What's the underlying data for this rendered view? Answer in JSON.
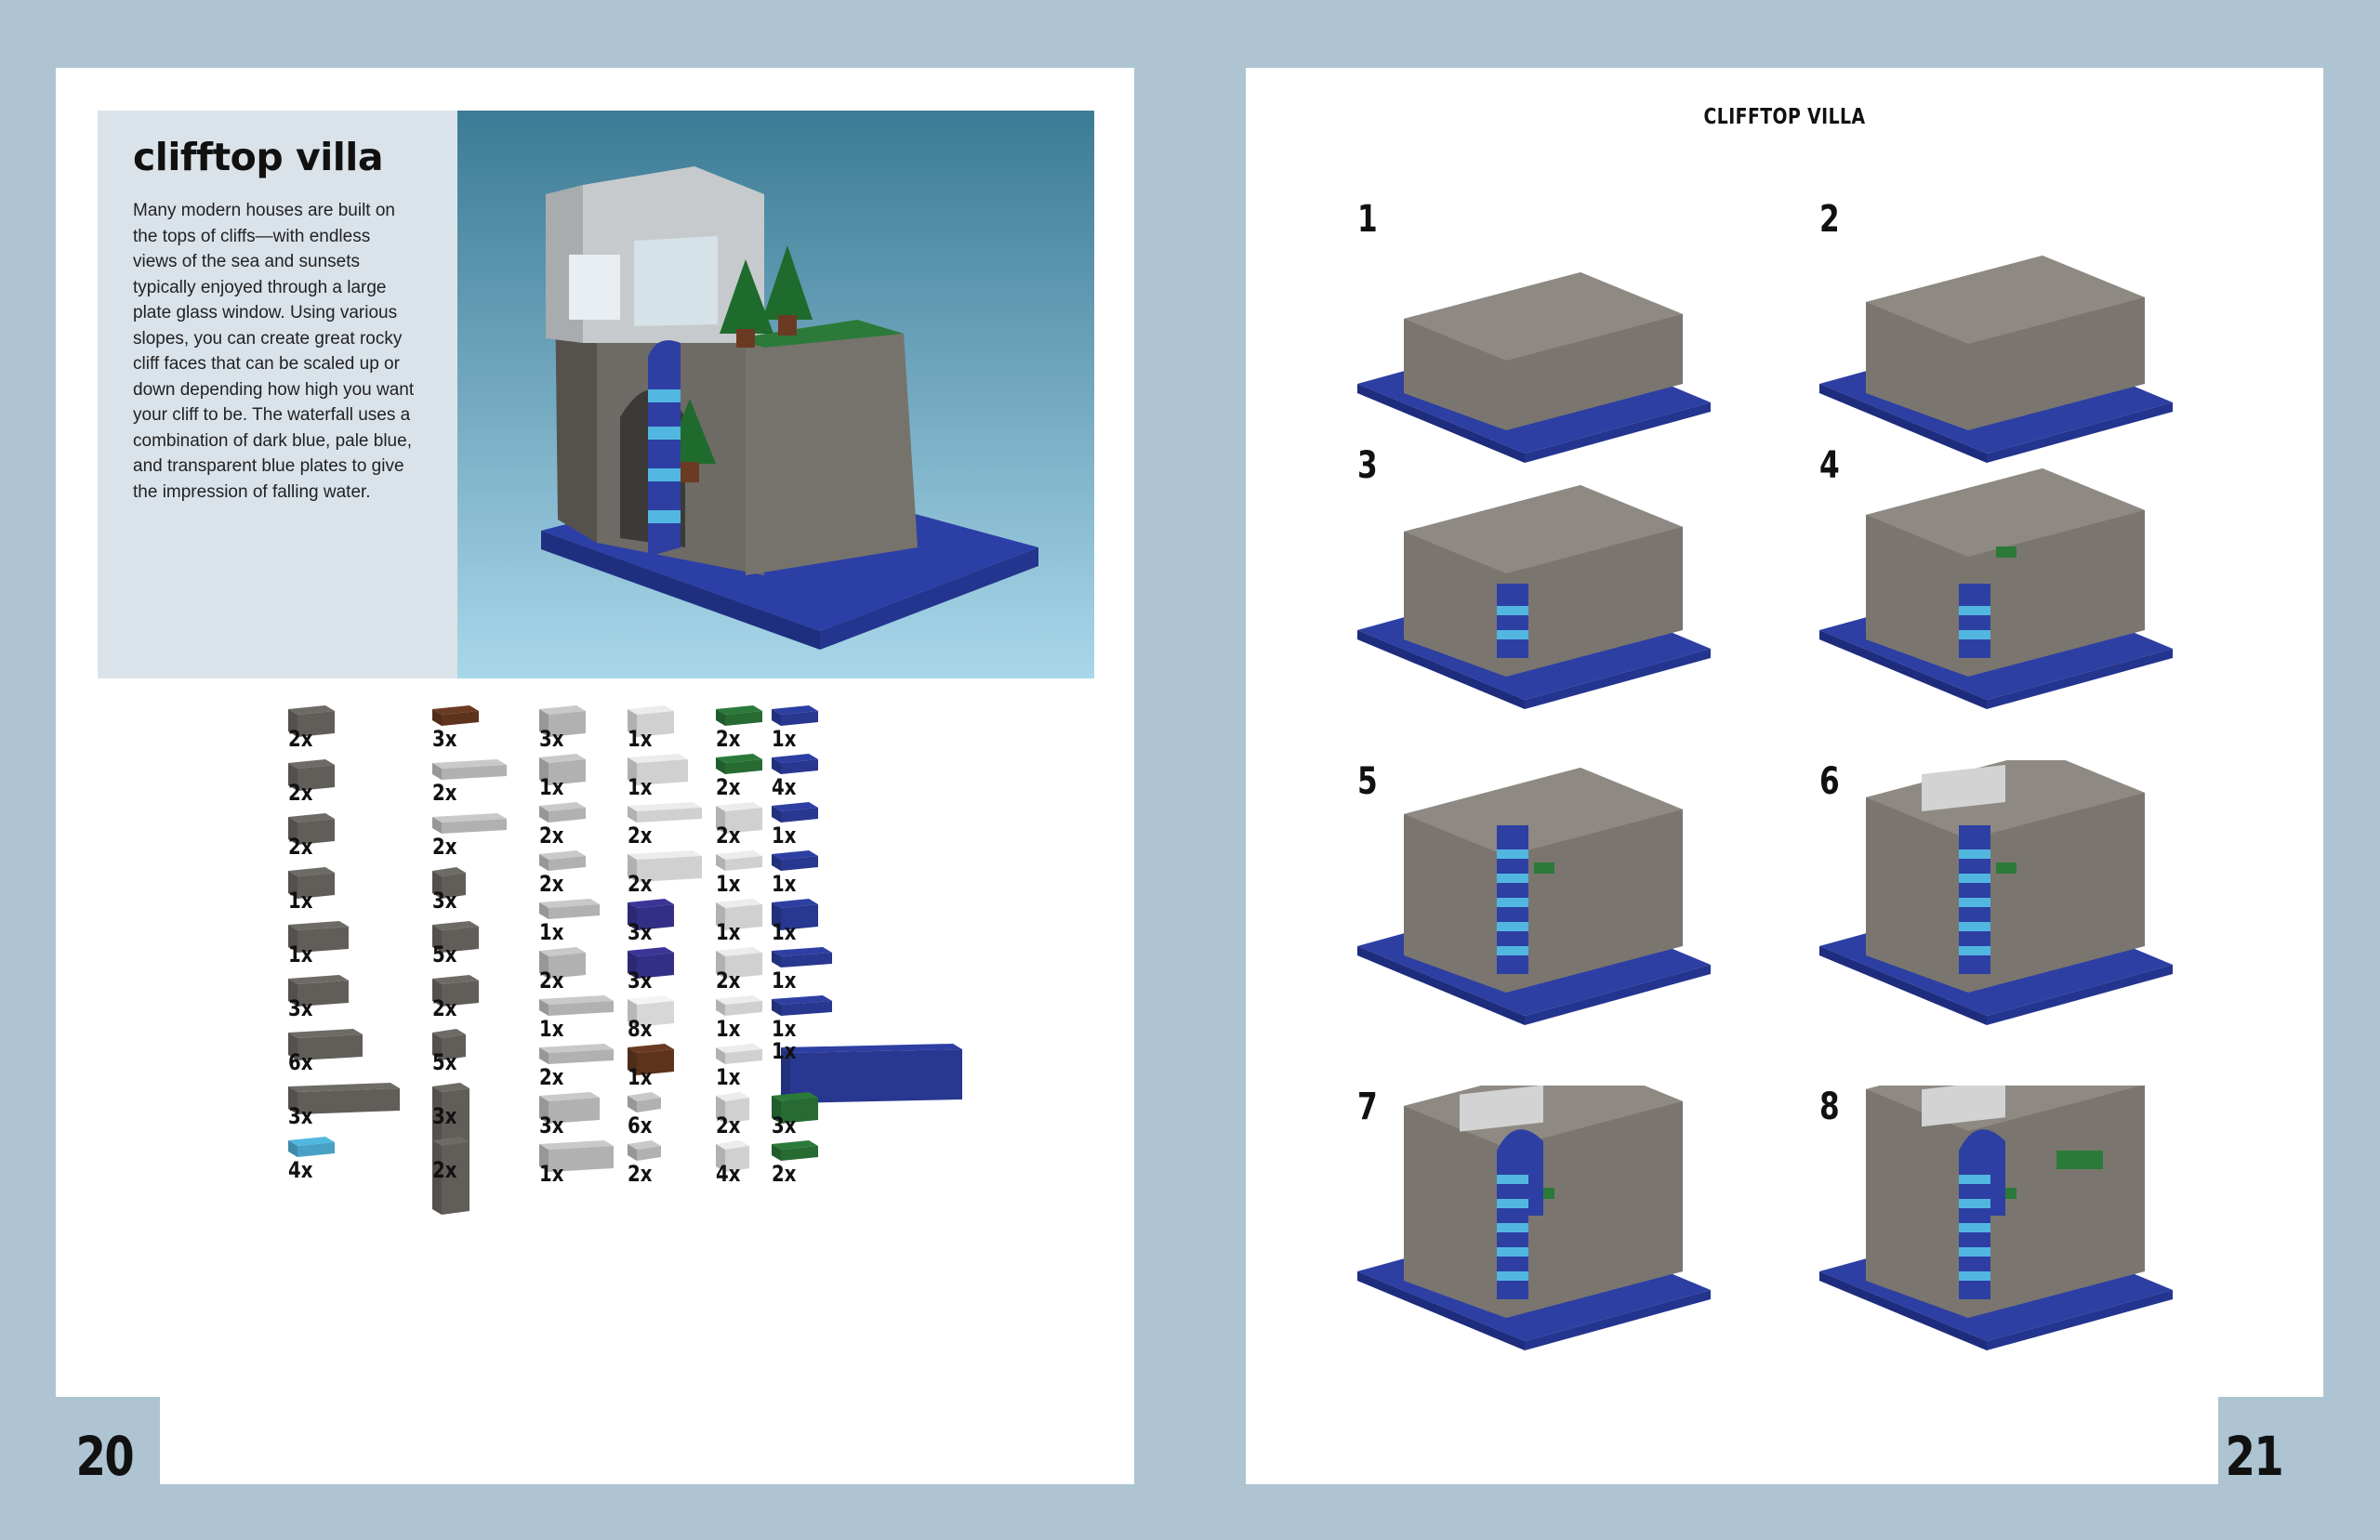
{
  "book": {
    "left_page_number": "20",
    "right_page_number": "21",
    "running_head": "CLIFFTOP VILLA"
  },
  "intro": {
    "title": "clifftop villa",
    "description": "Many modern houses are built on the tops of cliffs—with endless views of the sea and sunsets typically enjoyed through a large plate glass window. Using various slopes, you can create great rocky cliff faces that can be scaled up or down depending how high you want your cliff to be. The waterfall uses a combination of dark blue, pale blue, and transparent blue plates to give the impression of falling water."
  },
  "parts": {
    "columns": [
      [
        {
          "icon": "dark-gray-slope-icon",
          "count": "2x"
        },
        {
          "icon": "dark-gray-brick-2x2-icon",
          "count": "2x"
        },
        {
          "icon": "dark-gray-arch-icon",
          "count": "2x"
        },
        {
          "icon": "dark-gray-brick-1x2-icon",
          "count": "1x"
        },
        {
          "icon": "dark-gray-brick-2x3-icon",
          "count": "1x"
        },
        {
          "icon": "dark-gray-brick-1x3-icon",
          "count": "3x"
        },
        {
          "icon": "dark-gray-brick-1x4-icon",
          "count": "6x"
        },
        {
          "icon": "dark-gray-brick-1x8-icon",
          "count": "3x"
        },
        {
          "icon": "light-blue-plate-icon",
          "count": "4x"
        }
      ],
      [
        {
          "icon": "brown-round-plate-icon",
          "count": "3x"
        },
        {
          "icon": "light-gray-plate-2x4-icon",
          "count": "2x"
        },
        {
          "icon": "light-gray-plate-2x4-icon",
          "count": "2x"
        },
        {
          "icon": "dark-gray-slope-small-icon",
          "count": "3x"
        },
        {
          "icon": "dark-gray-brick-1x1-icon",
          "count": "5x"
        },
        {
          "icon": "dark-gray-wedge-icon",
          "count": "2x"
        },
        {
          "icon": "dark-gray-brick-1x2-small-icon",
          "count": "5x"
        },
        {
          "icon": "dark-gray-tall-slope-icon",
          "count": "3x"
        },
        {
          "icon": "dark-gray-tall-slope-icon",
          "count": "2x"
        }
      ],
      [
        {
          "icon": "light-gray-slope-icon",
          "count": "3x"
        },
        {
          "icon": "light-gray-bracket-icon",
          "count": "1x"
        },
        {
          "icon": "light-gray-plate-1x2-icon",
          "count": "2x"
        },
        {
          "icon": "light-gray-plate-2x2-icon",
          "count": "2x"
        },
        {
          "icon": "light-gray-plate-1x3-icon",
          "count": "1x"
        },
        {
          "icon": "light-gray-brick-1x2-icon",
          "count": "2x"
        },
        {
          "icon": "light-gray-tile-1x6-icon",
          "count": "1x"
        },
        {
          "icon": "light-gray-plate-1x4-icon",
          "count": "2x"
        },
        {
          "icon": "light-gray-slope-2x3-icon",
          "count": "3x"
        },
        {
          "icon": "light-gray-arch-1x4-icon",
          "count": "1x"
        }
      ],
      [
        {
          "icon": "white-brick-2x2-icon",
          "count": "1x"
        },
        {
          "icon": "white-brick-1x3-icon",
          "count": "1x"
        },
        {
          "icon": "white-plate-1x4-icon",
          "count": "2x"
        },
        {
          "icon": "white-brick-1x4-icon",
          "count": "2x"
        },
        {
          "icon": "purple-slope-icon",
          "count": "3x"
        },
        {
          "icon": "purple-slope-icon",
          "count": "3x"
        },
        {
          "icon": "trans-clear-round-icon",
          "count": "8x"
        },
        {
          "icon": "brown-brick-1x1-icon",
          "count": "1x"
        },
        {
          "icon": "light-gray-plate-small-icon",
          "count": "6x"
        },
        {
          "icon": "light-gray-plate-tiny-icon",
          "count": "2x"
        }
      ],
      [
        {
          "icon": "green-plate-1x2-icon",
          "count": "2x"
        },
        {
          "icon": "green-round-plate-icon",
          "count": "2x"
        },
        {
          "icon": "white-round-brick-icon",
          "count": "2x"
        },
        {
          "icon": "white-plate-1x1-icon",
          "count": "1x"
        },
        {
          "icon": "white-bracket-icon",
          "count": "1x"
        },
        {
          "icon": "white-brick-1x1-icon",
          "count": "2x"
        },
        {
          "icon": "white-tile-1x2-icon",
          "count": "1x"
        },
        {
          "icon": "white-plate-1x2-icon",
          "count": "1x"
        },
        {
          "icon": "white-slope-small-icon",
          "count": "2x"
        },
        {
          "icon": "white-brick-1x1-small-icon",
          "count": "4x"
        }
      ],
      [
        {
          "icon": "blue-plate-1x1-icon",
          "count": "1x"
        },
        {
          "icon": "blue-round-plate-icon",
          "count": "4x"
        },
        {
          "icon": "blue-tile-1x2-icon",
          "count": "1x"
        },
        {
          "icon": "blue-tile-1x2-icon",
          "count": "1x"
        },
        {
          "icon": "blue-curved-slope-icon",
          "count": "1x"
        },
        {
          "icon": "blue-plate-1x3-icon",
          "count": "1x"
        },
        {
          "icon": "blue-plate-2x3-icon",
          "count": "1x"
        },
        {
          "icon": "blue-baseplate-8x16-icon",
          "count": "1x"
        },
        {
          "icon": "green-cone-icon",
          "count": "3x"
        },
        {
          "icon": "green-plate-1x1-icon",
          "count": "2x"
        }
      ]
    ]
  },
  "steps": [
    {
      "number": "1"
    },
    {
      "number": "2"
    },
    {
      "number": "3"
    },
    {
      "number": "4"
    },
    {
      "number": "5"
    },
    {
      "number": "6"
    },
    {
      "number": "7"
    },
    {
      "number": "8"
    }
  ],
  "colors": {
    "background": "#aec4d3",
    "panel": "#dbe3ea",
    "water_blue": "#2d3fa3",
    "dark_gray": "#6e6b66",
    "light_gray": "#c8c8c8",
    "green": "#2c7a3a",
    "light_blue": "#52b7e0"
  }
}
